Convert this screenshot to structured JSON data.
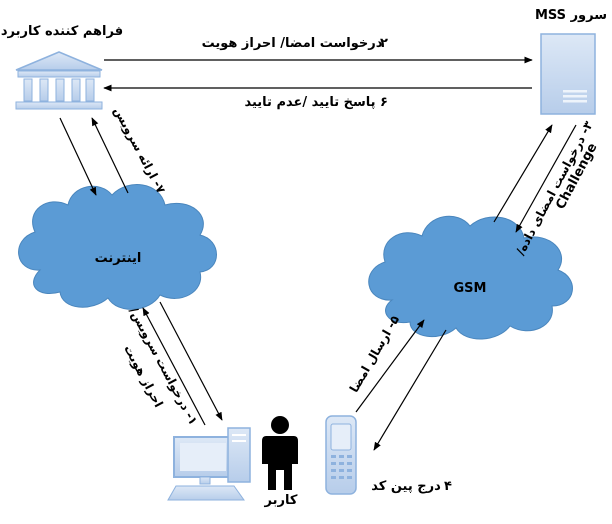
{
  "nodes": {
    "provider": {
      "label": "فراهم کننده کاربرد"
    },
    "mss": {
      "label": "سرور MSS"
    },
    "internet": {
      "label": "اینترنت"
    },
    "gsm": {
      "label": "GSM"
    },
    "user": {
      "label": "کاربر"
    }
  },
  "edges": {
    "step2": {
      "num": "۲",
      "label": "درخواست امضا/ احراز هویت"
    },
    "step6": {
      "num": "۶",
      "label": "پاسخ تایید /عدم تایید"
    },
    "step7": {
      "label": "۷- ارائه سرویس"
    },
    "step1": {
      "line1": "۱- درخواست سرویس/",
      "line2": "احراز هویت"
    },
    "step3": {
      "line1": "۳- درخواست امضای داده/",
      "line2": "Challenge"
    },
    "step5": {
      "label": "۵- ارسال امضا"
    },
    "step4": {
      "num": "۴",
      "label": "درج پین کد"
    }
  },
  "colors": {
    "cloud": "#5b9bd5",
    "icon_fill": "#c8d9ef",
    "icon_stroke": "#8eb2de",
    "person": "#000000",
    "arrow": "#000000"
  },
  "icons": [
    "bank-icon",
    "server-icon",
    "computer-icon",
    "person-icon",
    "mobile-phone-icon"
  ]
}
